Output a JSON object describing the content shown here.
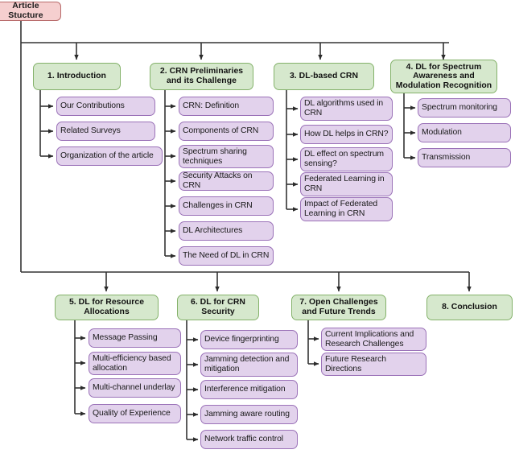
{
  "diagram": {
    "title": "Article Stucture",
    "colors": {
      "root_fill": "#f5cfcf",
      "root_border": "#b86b6b",
      "section_fill": "#d6e8cd",
      "section_border": "#84b26a",
      "leaf_fill": "#e2d2ec",
      "leaf_border": "#9b72b8",
      "connector": "#333333",
      "background": "#ffffff"
    },
    "root": {
      "label": "Article Stucture"
    },
    "sections": [
      {
        "id": "s1",
        "label": "1. Introduction",
        "children": [
          {
            "label": "Our Contributions"
          },
          {
            "label": "Related Surveys"
          },
          {
            "label": "Organization of the article"
          }
        ]
      },
      {
        "id": "s2",
        "label": "2. CRN Preliminaries and its Challenge",
        "children": [
          {
            "label": "CRN: Definition"
          },
          {
            "label": "Components of CRN"
          },
          {
            "label": "Spectrum sharing techniques"
          },
          {
            "label": "Security Attacks on CRN"
          },
          {
            "label": "Challenges in CRN"
          },
          {
            "label": "DL Architectures"
          },
          {
            "label": "The Need of DL in CRN"
          }
        ]
      },
      {
        "id": "s3",
        "label": "3. DL-based CRN",
        "children": [
          {
            "label": "DL algorithms used in CRN"
          },
          {
            "label": "How DL helps in CRN?"
          },
          {
            "label": "DL effect on spectrum sensing?"
          },
          {
            "label": "Federated Learning in CRN"
          },
          {
            "label": "Impact of Federated Learning in CRN"
          }
        ]
      },
      {
        "id": "s4",
        "label": "4. DL for Spectrum Awareness and Modulation Recognition",
        "children": [
          {
            "label": "Spectrum monitoring"
          },
          {
            "label": "Modulation"
          },
          {
            "label": "Transmission"
          }
        ]
      },
      {
        "id": "s5",
        "label": "5. DL for Resource Allocations",
        "children": [
          {
            "label": "Message Passing"
          },
          {
            "label": "Multi-efficiency based allocation"
          },
          {
            "label": "Multi-channel underlay"
          },
          {
            "label": "Quality of Experience"
          }
        ]
      },
      {
        "id": "s6",
        "label": "6. DL for CRN Security",
        "children": [
          {
            "label": "Device fingerprinting"
          },
          {
            "label": "Jamming detection and mitigation"
          },
          {
            "label": "Interference mitigation"
          },
          {
            "label": "Jamming aware routing"
          },
          {
            "label": "Network traffic control"
          }
        ]
      },
      {
        "id": "s7",
        "label": "7. Open Challenges and Future Trends",
        "children": [
          {
            "label": "Current Implications and Research Challenges"
          },
          {
            "label": "Future Research Directions"
          }
        ]
      },
      {
        "id": "s8",
        "label": "8. Conclusion",
        "children": []
      }
    ]
  }
}
